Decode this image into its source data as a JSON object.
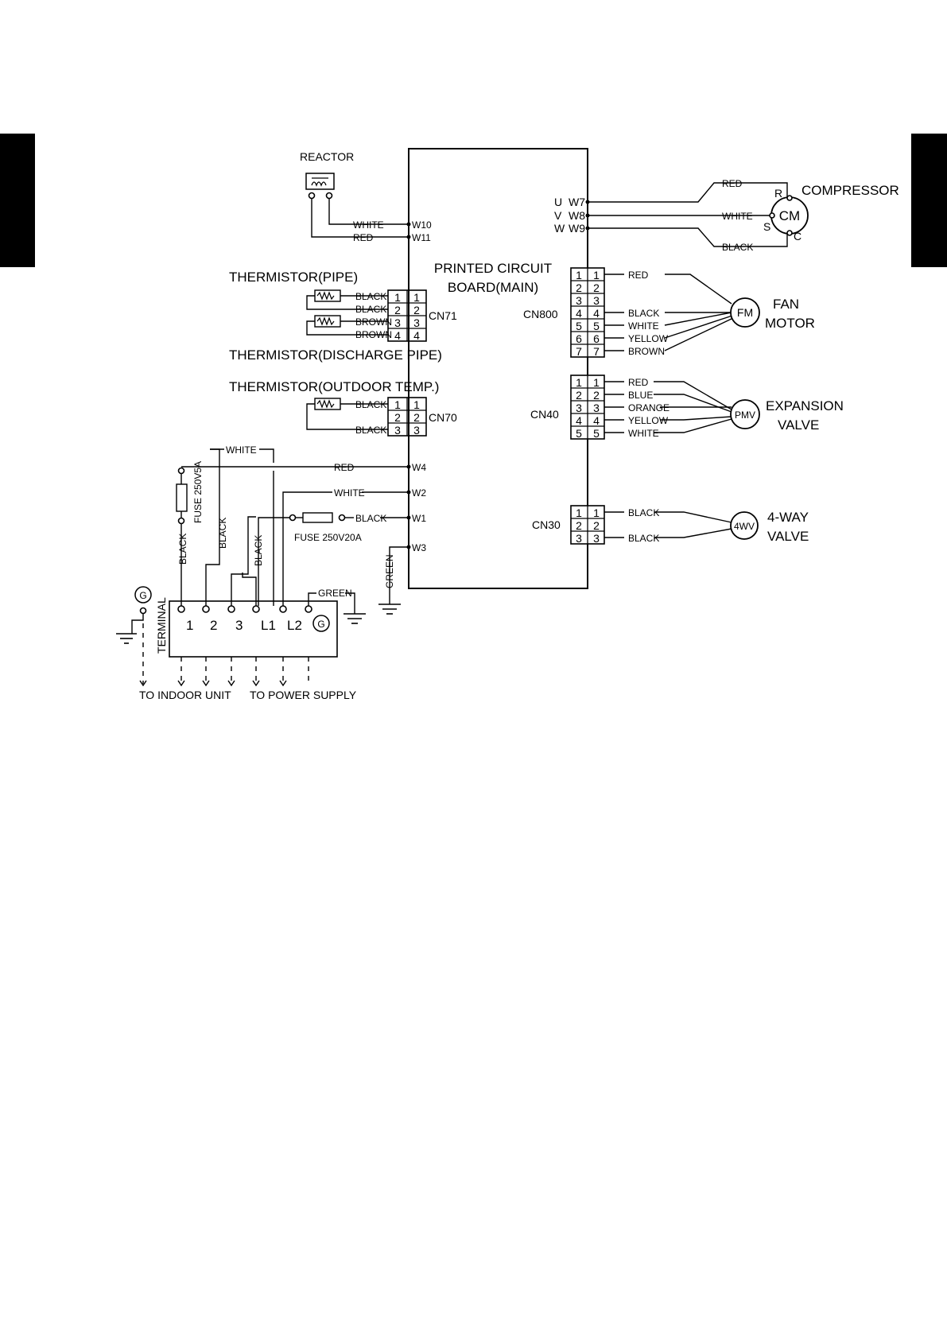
{
  "pcb": {
    "line1": "PRINTED CIRCUIT",
    "line2": "BOARD(MAIN)"
  },
  "reactor": {
    "title": "REACTOR",
    "wire1": "WHITE",
    "wire2": "RED",
    "pin1": "W10",
    "pin2": "W11"
  },
  "compressor": {
    "title": "COMPRESSOR",
    "symbol": "CM",
    "r": "R",
    "s": "S",
    "c": "C",
    "phase_u": "U",
    "phase_v": "V",
    "phase_w": "W",
    "pin_u": "W7",
    "pin_v": "W8",
    "pin_w": "W9",
    "wire_u": "RED",
    "wire_v": "WHITE",
    "wire_w": "BLACK"
  },
  "cn71": {
    "name": "CN71",
    "title_pipe": "THERMISTOR(PIPE)",
    "title_discharge": "THERMISTOR(DISCHARGE PIPE)",
    "pins": [
      "1",
      "2",
      "3",
      "4"
    ],
    "wires": [
      "BLACK",
      "BLACK",
      "BROWN",
      "BROWN"
    ]
  },
  "cn70": {
    "name": "CN70",
    "title": "THERMISTOR(OUTDOOR TEMP.)",
    "pins": [
      "1",
      "2",
      "3"
    ],
    "wires": [
      "BLACK",
      "BLACK"
    ]
  },
  "cn800": {
    "name": "CN800",
    "symbol": "FM",
    "title1": "FAN",
    "title2": "MOTOR",
    "pins": [
      "1",
      "2",
      "3",
      "4",
      "5",
      "6",
      "7"
    ],
    "wires": [
      "RED",
      "BLACK",
      "WHITE",
      "YELLOW",
      "BROWN"
    ]
  },
  "cn40": {
    "name": "CN40",
    "symbol": "PMV",
    "title1": "EXPANSION",
    "title2": "VALVE",
    "pins": [
      "1",
      "2",
      "3",
      "4",
      "5"
    ],
    "wires": [
      "RED",
      "BLUE",
      "ORANGE",
      "YELLOW",
      "WHITE"
    ]
  },
  "cn30": {
    "name": "CN30",
    "symbol": "4WV",
    "title1": "4-WAY",
    "title2": "VALVE",
    "pins": [
      "1",
      "2",
      "3"
    ],
    "wires": [
      "BLACK",
      "BLACK"
    ]
  },
  "power": {
    "w4": "W4",
    "w2": "W2",
    "w1": "W1",
    "w3": "W3",
    "wire_w4": "RED",
    "wire_w2": "WHITE",
    "wire_w1": "BLACK",
    "wire_w3": "GREEN",
    "white_top": "WHITE",
    "green_terminal": "GREEN",
    "fuse_small": "FUSE 250V5A",
    "fuse_main": "FUSE 250V20A",
    "black1": "BLACK",
    "black2": "BLACK",
    "black3": "BLACK"
  },
  "terminal": {
    "label": "TERMINAL",
    "positions": [
      "1",
      "2",
      "3",
      "L1",
      "L2"
    ],
    "ground": "G",
    "to_indoor": "TO  INDOOR  UNIT",
    "to_power": "TO POWER SUPPLY"
  }
}
